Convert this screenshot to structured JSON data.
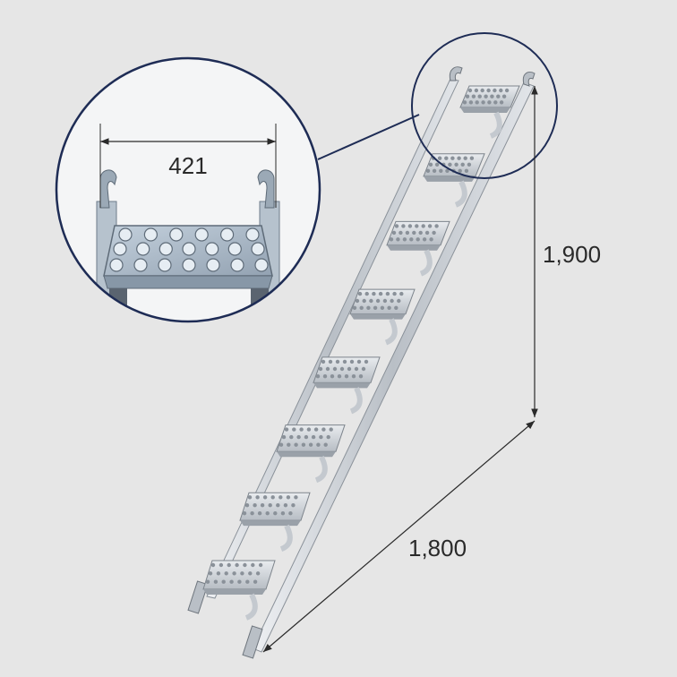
{
  "dimensions": {
    "tread_width": "421",
    "height": "1,900",
    "length": "1,800"
  },
  "colors": {
    "background": "#e6e6e6",
    "metal_light": "#d9dde2",
    "metal_mid": "#aeb4bb",
    "metal_dark": "#7d848c",
    "outline": "#1e2c55",
    "dimension_line": "#2a2a2a"
  },
  "product": {
    "step_count": 8
  }
}
